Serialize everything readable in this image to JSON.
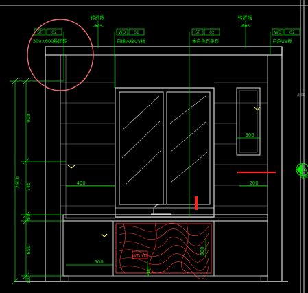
{
  "colors": {
    "background": "#000000",
    "wall": "#d8d8d8",
    "wood": "#ff3b3b",
    "dim": "#00e600",
    "tag": "#00e600",
    "note": "#ffffff",
    "highlight": "#f07070",
    "marker": "#ff2020",
    "accent": "#ffff66"
  },
  "tags": [
    {
      "code": "ST",
      "num": "02",
      "desc": "300×600釉面砖"
    },
    {
      "code": "WD",
      "num": "01",
      "desc": "白橡木纹UV板"
    },
    {
      "code": "ST",
      "num": "02",
      "desc": "米白色石英石"
    },
    {
      "code": "WD",
      "num": "02",
      "desc": "白色UV板"
    }
  ],
  "breaklines": [
    {
      "label": "转折线",
      "angle": "90°"
    },
    {
      "label": "转折线",
      "angle": "90°"
    }
  ],
  "dims_vertical": [
    "900",
    "745",
    "2500",
    "450",
    "650",
    "100"
  ],
  "dims_horizontal": {
    "left_shelf": "400",
    "right_cabinet": "300",
    "right_shelf": "200",
    "base_left": "500",
    "base_mid": "300",
    "base_right": "600"
  },
  "inner_label": "WD 02",
  "section_mark": "A",
  "section_note": "墙柜",
  "edge_note": "剖面"
}
